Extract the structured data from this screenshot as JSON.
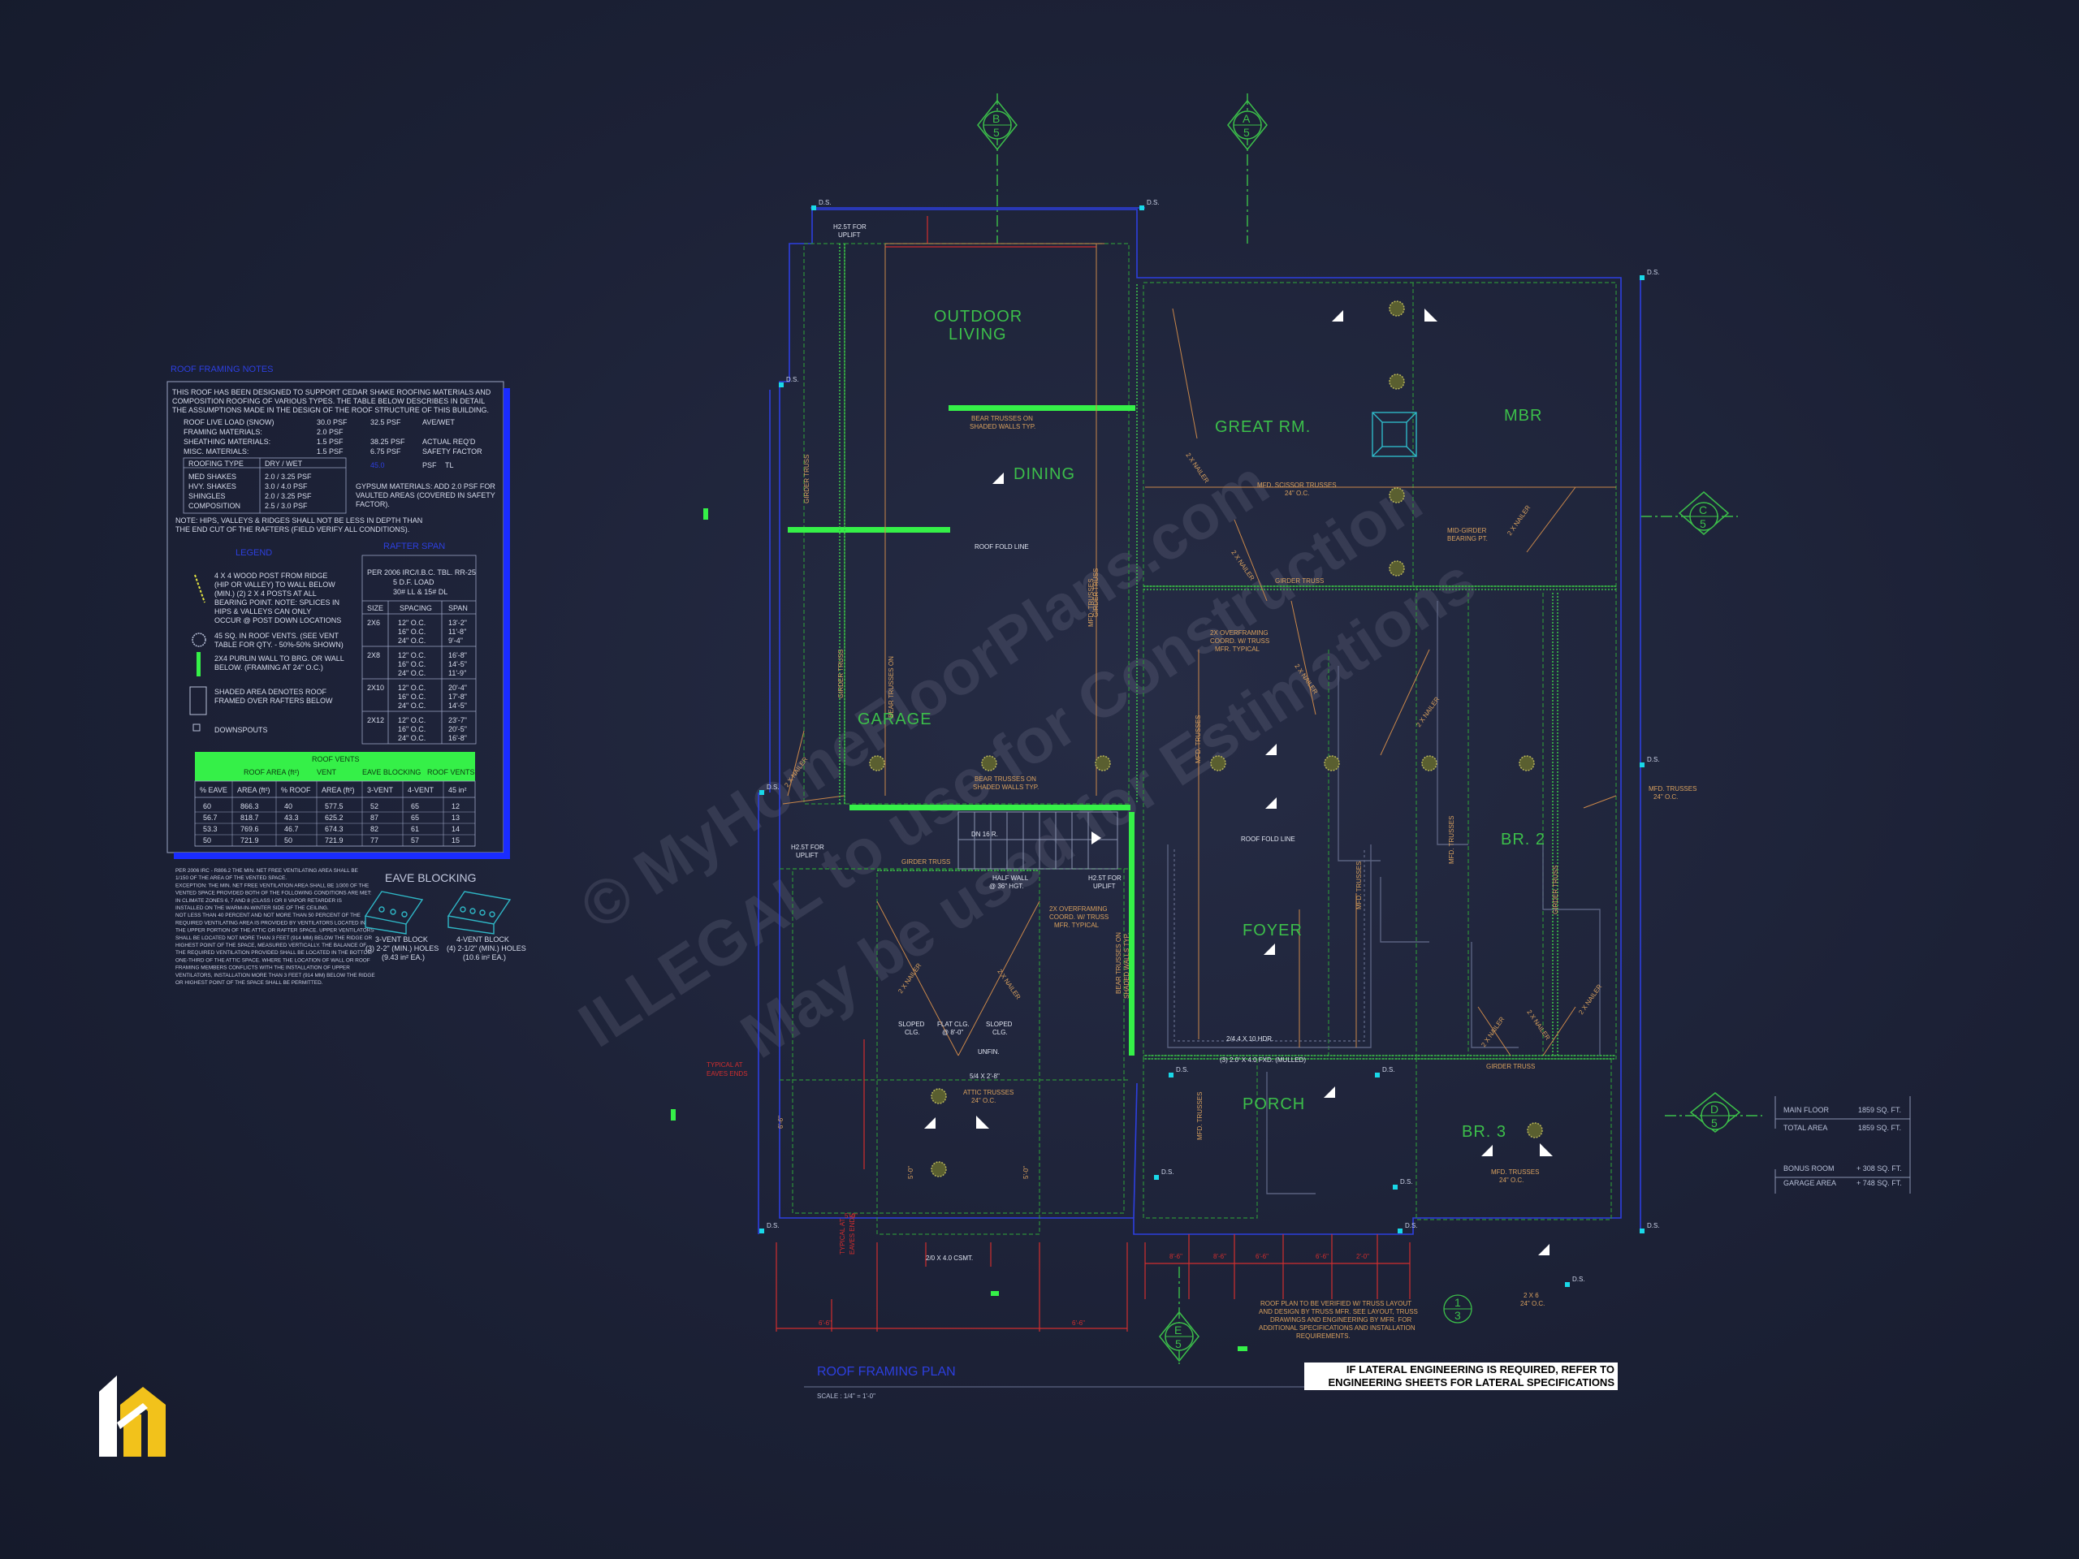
{
  "watermark": {
    "line1": "© MyHomeFloorPlans.com",
    "line2": "ILLEGAL to use for Construction",
    "line3": "May be used for Estimations"
  },
  "rooms": {
    "outdoor_living": [
      "OUTDOOR",
      "LIVING"
    ],
    "dining": "DINING",
    "great_rm": "GREAT RM.",
    "mbr": "MBR",
    "garage": "GARAGE",
    "foyer": "FOYER",
    "br2": "BR. 2",
    "porch": "PORCH",
    "br3": "BR. 3"
  },
  "section_markers": [
    {
      "letter": "B",
      "num": "5"
    },
    {
      "letter": "A",
      "num": "5"
    },
    {
      "letter": "C",
      "num": "5"
    },
    {
      "letter": "D",
      "num": "5"
    },
    {
      "letter": "E",
      "num": "5"
    }
  ],
  "detail_marker": {
    "top": "1",
    "bottom": "3"
  },
  "notes": {
    "ds": "D.S.",
    "hgt_uplift": [
      "H2.5T FOR",
      "UPLIFT"
    ],
    "bear_trusses": [
      "BEAR TRUSSES ON",
      "SHADED WALLS TYP."
    ],
    "bear_trusses_2": [
      "BEAR TRUSSES ON",
      "SHADED WALLS TYP."
    ],
    "roof_fold": "ROOF FOLD LINE",
    "roof_fold_2": "ROOF FOLD LINE",
    "mfd_scissor": [
      "MFD. SCISSOR TRUSSES",
      "24\" O.C."
    ],
    "mid_girder": [
      "MID-GIRDER",
      "BEARING PT."
    ],
    "girder_truss": "GIRDER TRUSS",
    "girder_truss_2": "GIRDER TRUSS",
    "girder_truss_3": "GIRDER TRUSS",
    "overframing": [
      "2X OVERFRAMING",
      "COORD. W/ TRUSS",
      "MFR. TYPICAL"
    ],
    "overframing_2": [
      "2X OVERFRAMING",
      "COORD. W/ TRUSS",
      "MFR. TYPICAL"
    ],
    "mfd_trusses": [
      "MFD. TRUSSES",
      "24\" O.C."
    ],
    "mfd_trusses_2": [
      "MFD. TRUSSES",
      "24\" O.C."
    ],
    "half_wall": [
      "HALF WALL",
      "@ 36\" HGT."
    ],
    "dn_r": "DN 16 R.",
    "sloped_clg": [
      "SLOPED",
      "CLG."
    ],
    "flat_clg": [
      "FLAT CLG.",
      "@ 8'-0\""
    ],
    "sloped_clg_2": [
      "SLOPED",
      "CLG."
    ],
    "unfin": "UNFIN.",
    "attic_trusses": [
      "ATTIC TRUSSES",
      "24\" O.C."
    ],
    "attic_size": "5/4 X 2'-8\"",
    "header": "(3) 2.0' X 4.0 FXD. (MULLED)",
    "header_2": "2/4.4 X 10 HDR.",
    "csmt": "2/0 X 4.0 CSMT.",
    "typical_eaves": [
      "TYPICAL AT",
      "EAVES ENDS"
    ],
    "roof_verify": [
      "ROOF PLAN TO BE VERIFIED W/ TRUSS LAYOUT",
      "AND DESIGN BY TRUSS MFR. SEE LAYOUT, TRUSS",
      "DRAWINGS AND ENGINEERING BY MFR. FOR",
      "ADDITIONAL SPECIFICATIONS AND INSTALLATION",
      "REQUIREMENTS."
    ],
    "lateral": [
      "IF LATERAL ENGINEERING IS REQUIRED, REFER TO",
      "ENGINEERING SHEETS FOR LATERAL SPECIFICATIONS"
    ],
    "scale": "SCALE : 1/4\" = 1'-0\"",
    "nailer": "2 X NAILER",
    "outline_title": "ROOF FRAMING PLAN",
    "two_x_six": [
      "2 X 6",
      "24\" O.C."
    ]
  },
  "roof_notes": {
    "title": "ROOF FRAMING NOTES",
    "intro": [
      "THIS ROOF HAS BEEN DESIGNED TO SUPPORT CEDAR SHAKE ROOFING MATERIALS AND",
      "COMPOSITION ROOFING OF VARIOUS TYPES. THE TABLE BELOW DESCRIBES IN DETAIL",
      "THE ASSUMPTIONS MADE IN THE DESIGN OF THE ROOF STRUCTURE OF THIS BUILDING."
    ],
    "loads": [
      {
        "label": "ROOF LIVE LOAD (SNOW)",
        "v1": "30.0 PSF",
        "v2": "32.5 PSF",
        "v3": "AVE/WET"
      },
      {
        "label": "FRAMING MATERIALS:",
        "v1": "2.0 PSF",
        "v2": "",
        "v3": ""
      },
      {
        "label": "SHEATHING MATERIALS:",
        "v1": "1.5 PSF",
        "v2": "38.25 PSF",
        "v3": "ACTUAL REQ'D"
      },
      {
        "label": "MISC. MATERIALS:",
        "v1": "1.5 PSF",
        "v2": "6.75 PSF",
        "v3": "SAFETY FACTOR"
      }
    ],
    "roofing_header": [
      "ROOFING TYPE",
      "DRY / WET"
    ],
    "roofing": [
      {
        "type": "MED SHAKES",
        "val": "2.0 / 3.25 PSF"
      },
      {
        "type": "HVY. SHAKES",
        "val": "3.0 / 4.0 PSF"
      },
      {
        "type": "SHINGLES",
        "val": "2.0 / 3.25 PSF"
      },
      {
        "type": "COMPOSITION",
        "val": "2.5 / 3.0 PSF"
      }
    ],
    "total": [
      "45.0",
      "PSF",
      "TL"
    ],
    "gypsum": [
      "GYPSUM MATERIALS: ADD 2.0 PSF FOR",
      "VAULTED AREAS (COVERED IN SAFETY",
      "FACTOR)."
    ],
    "hips": [
      "NOTE: HIPS, VALLEYS & RIDGES SHALL NOT BE LESS IN DEPTH THAN",
      "THE END CUT OF THE RAFTERS (FIELD VERIFY ALL CONDITIONS)."
    ],
    "legend_title": "LEGEND",
    "legend": [
      [
        "4 X 4 WOOD POST FROM RIDGE",
        "(HIP OR VALLEY) TO WALL BELOW",
        "(MIN.) (2) 2 X 4 POSTS AT ALL",
        "BEARING POINT. NOTE: SPLICES IN",
        "HIPS & VALLEYS CAN ONLY",
        "OCCUR @ POST DOWN LOCATIONS"
      ],
      [
        "45 SQ. IN ROOF VENTS. (SEE VENT",
        "TABLE FOR QTY. - 50%-50% SHOWN)"
      ],
      [
        "2X4 PURLIN WALL TO BRG. OR WALL",
        "BELOW. (FRAMING AT 24\" O.C.)"
      ],
      [
        "SHADED AREA DENOTES ROOF",
        "FRAMED OVER RAFTERS BELOW"
      ],
      [
        "DOWNSPOUTS"
      ]
    ],
    "rafter_title": "RAFTER SPAN",
    "rafter_note": [
      "PER 2006 IRC/I.B.C. TBL. RR-25",
      "5 D.F. LOAD",
      "30# LL & 15# DL"
    ],
    "rafter_header": [
      "SIZE",
      "SPACING",
      "SPAN"
    ],
    "rafters": [
      {
        "size": "2X6",
        "spacing": [
          "12\" O.C.",
          "16\" O.C.",
          "24\" O.C."
        ],
        "span": [
          "13'-2\"",
          "11'-8\"",
          "9'-4\""
        ]
      },
      {
        "size": "2X8",
        "spacing": [
          "12\" O.C.",
          "16\" O.C.",
          "24\" O.C."
        ],
        "span": [
          "16'-8\"",
          "14'-5\"",
          "11'-9\""
        ]
      },
      {
        "size": "2X10",
        "spacing": [
          "12\" O.C.",
          "16\" O.C.",
          "24\" O.C."
        ],
        "span": [
          "20'-4\"",
          "17'-8\"",
          "14'-5\""
        ]
      },
      {
        "size": "2X12",
        "spacing": [
          "12\" O.C.",
          "16\" O.C.",
          "24\" O.C."
        ],
        "span": [
          "23'-7\"",
          "20'-5\"",
          "16'-8\""
        ]
      }
    ],
    "vents_title": "ROOF VENTS",
    "vents_group": [
      "ROOF AREA (ft²)",
      "VENT",
      "EAVE BLOCKING",
      "ROOF VENTS"
    ],
    "vents_header": [
      "% EAVE",
      "AREA (ft²)",
      "% ROOF",
      "AREA (ft²)",
      "3-VENT",
      "4-VENT",
      "45 in²"
    ],
    "vents": [
      [
        "60",
        "866.3",
        "40",
        "577.5",
        "52",
        "65",
        "12"
      ],
      [
        "56.7",
        "818.7",
        "43.3",
        "625.2",
        "87",
        "65",
        "13"
      ],
      [
        "53.3",
        "769.6",
        "46.7",
        "674.3",
        "82",
        "61",
        "14"
      ],
      [
        "50",
        "721.9",
        "50",
        "721.9",
        "77",
        "57",
        "15"
      ]
    ],
    "ventilation": [
      "PER 2006 IRC - R806.2 THE MIN. NET FREE VENTILATING AREA SHALL BE",
      "1/150 OF THE AREA OF THE VENTED SPACE.",
      "EXCEPTION: THE MIN. NET FREE VENTILATION AREA SHALL BE 1/300 OF THE",
      "VENTED SPACE PROVIDED BOTH OF THE FOLLOWING CONDITIONS ARE MET:",
      "IN CLIMATE ZONES 6, 7 AND 8 (CLASS I OR II VAPOR RETARDER IS",
      "INSTALLED ON THE WARM-IN-WINTER SIDE OF THE CEILING.",
      "NOT LESS THAN 40 PERCENT AND NOT MORE THAN 50 PERCENT OF THE",
      "REQUIRED VENTILATING AREA IS PROVIDED BY VENTILATORS LOCATED IN",
      "THE UPPER PORTION OF THE ATTIC OR RAFTER SPACE. UPPER VENTILATORS",
      "SHALL BE LOCATED NOT MORE THAN 3 FEET (914 MM) BELOW THE RIDGE OR",
      "HIGHEST POINT OF THE SPACE, MEASURED VERTICALLY. THE BALANCE OF",
      "THE REQUIRED VENTILATION PROVIDED SHALL BE LOCATED IN THE BOTTOM",
      "ONE-THIRD OF THE ATTIC SPACE. WHERE THE LOCATION OF WALL OR ROOF",
      "FRAMING MEMBERS CONFLICTS WITH THE INSTALLATION OF UPPER",
      "VENTILATORS, INSTALLATION MORE THAN 3 FEET (914 MM) BELOW THE RIDGE",
      "OR HIGHEST POINT OF THE SPACE SHALL BE PERMITTED."
    ],
    "eave_title": "EAVE BLOCKING",
    "eave_3": [
      "3-VENT BLOCK",
      "(3) 2-2\" (MIN.) HOLES",
      "(9.43 in² EA.)"
    ],
    "eave_4": [
      "4-VENT BLOCK",
      "(4) 2-1/2\" (MIN.) HOLES",
      "(10.6 in² EA.)"
    ]
  },
  "area_summary": [
    {
      "label": "MAIN FLOOR",
      "value": "1859 SQ. FT."
    },
    {
      "label": "TOTAL AREA",
      "value": "1859 SQ. FT."
    },
    {
      "label": "BONUS ROOM",
      "value": "+ 308 SQ. FT."
    },
    {
      "label": "GARAGE AREA",
      "value": "+ 748 SQ. FT."
    }
  ],
  "dims": {
    "d1": "6'-6\"",
    "d2": "6'-6\"",
    "d3": "8'-6\"",
    "d4": "8'-6\"",
    "d5": "6'-6\"",
    "d6": "6'-6\"",
    "d7": "2'-0\"",
    "d8": "5'-0\""
  },
  "colors": {
    "accent_green": "#35f048",
    "wall_blue": "#2d3fe0",
    "fold_green": "#3cbf4a",
    "note_orange": "#d9a15e",
    "red": "#d22e2e",
    "bg": "#1c2136"
  }
}
